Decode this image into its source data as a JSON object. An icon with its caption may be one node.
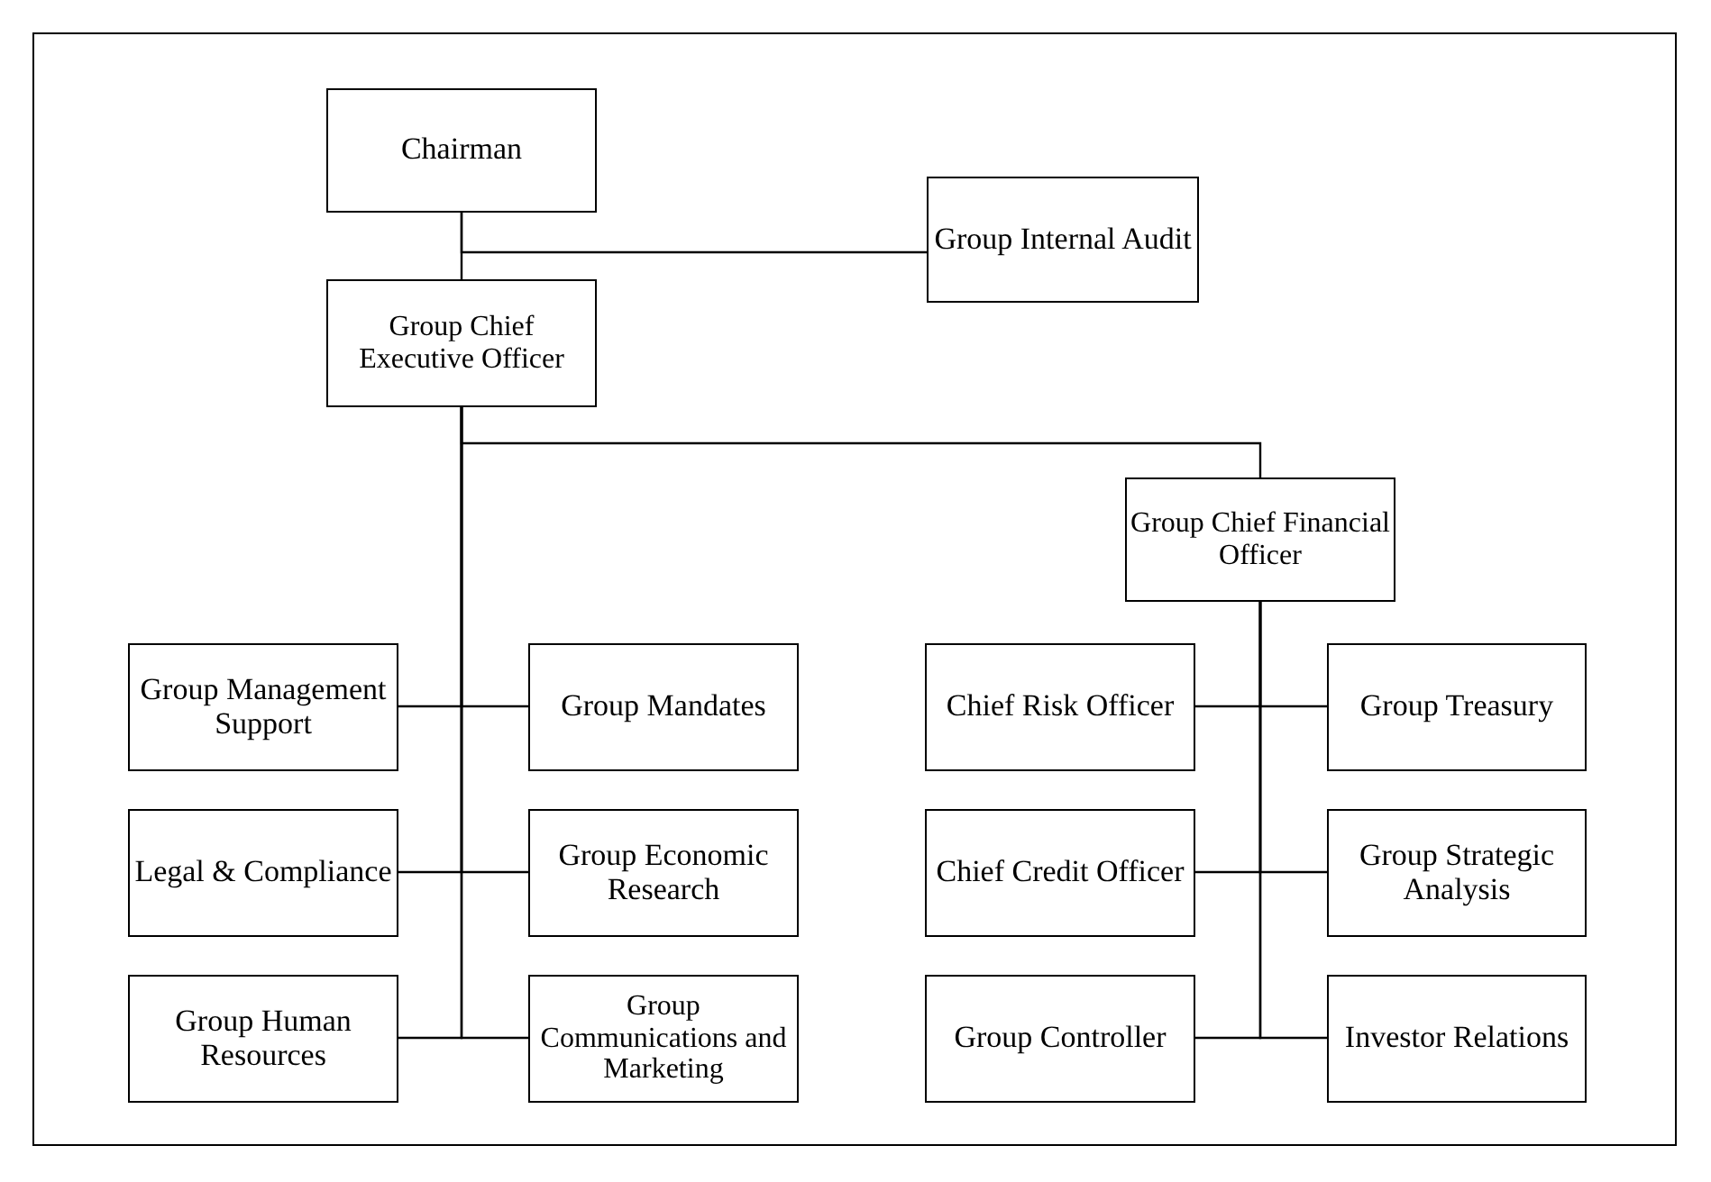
{
  "diagram": {
    "nodes": [
      {
        "text": [
          "Chairman"
        ]
      },
      {
        "text": [
          "Group Internal Audit"
        ]
      },
      {
        "text": [
          "Group Chief Executive Officer"
        ]
      },
      {
        "text": [
          "Group Chief Financial Officer"
        ]
      },
      {
        "text": [
          "Group Management Support"
        ]
      },
      {
        "text": [
          "Group Mandates"
        ]
      },
      {
        "text": [
          "Legal & Compliance"
        ]
      },
      {
        "text": [
          "Group Economic Research"
        ]
      },
      {
        "text": [
          "Group Human Resources"
        ]
      },
      {
        "text": [
          "Group Communications and Marketing"
        ]
      },
      {
        "text": [
          "Chief Risk Officer"
        ]
      },
      {
        "text": [
          "Group Treasury"
        ]
      },
      {
        "text": [
          "Chief Credit Officer"
        ]
      },
      {
        "text": [
          "Group Strategic Analysis"
        ]
      },
      {
        "text": [
          "Group Controller"
        ]
      },
      {
        "text": [
          "Investor Relations"
        ]
      }
    ],
    "edges": [
      {
        "from": 0,
        "to": 2,
        "arrow": "none"
      },
      {
        "from": 0,
        "to": 1,
        "arrow": "none"
      },
      {
        "from": 2,
        "to": 3,
        "arrow": "none"
      },
      {
        "from": 2,
        "to": 4,
        "arrow": "none"
      },
      {
        "from": 2,
        "to": 5,
        "arrow": "none"
      },
      {
        "from": 2,
        "to": 6,
        "arrow": "none"
      },
      {
        "from": 2,
        "to": 7,
        "arrow": "none"
      },
      {
        "from": 2,
        "to": 8,
        "arrow": "none"
      },
      {
        "from": 2,
        "to": 9,
        "arrow": "none"
      },
      {
        "from": 3,
        "to": 10,
        "arrow": "none"
      },
      {
        "from": 3,
        "to": 11,
        "arrow": "none"
      },
      {
        "from": 3,
        "to": 12,
        "arrow": "none"
      },
      {
        "from": 3,
        "to": 13,
        "arrow": "none"
      },
      {
        "from": 3,
        "to": 14,
        "arrow": "none"
      },
      {
        "from": 3,
        "to": 15,
        "arrow": "none"
      }
    ]
  }
}
